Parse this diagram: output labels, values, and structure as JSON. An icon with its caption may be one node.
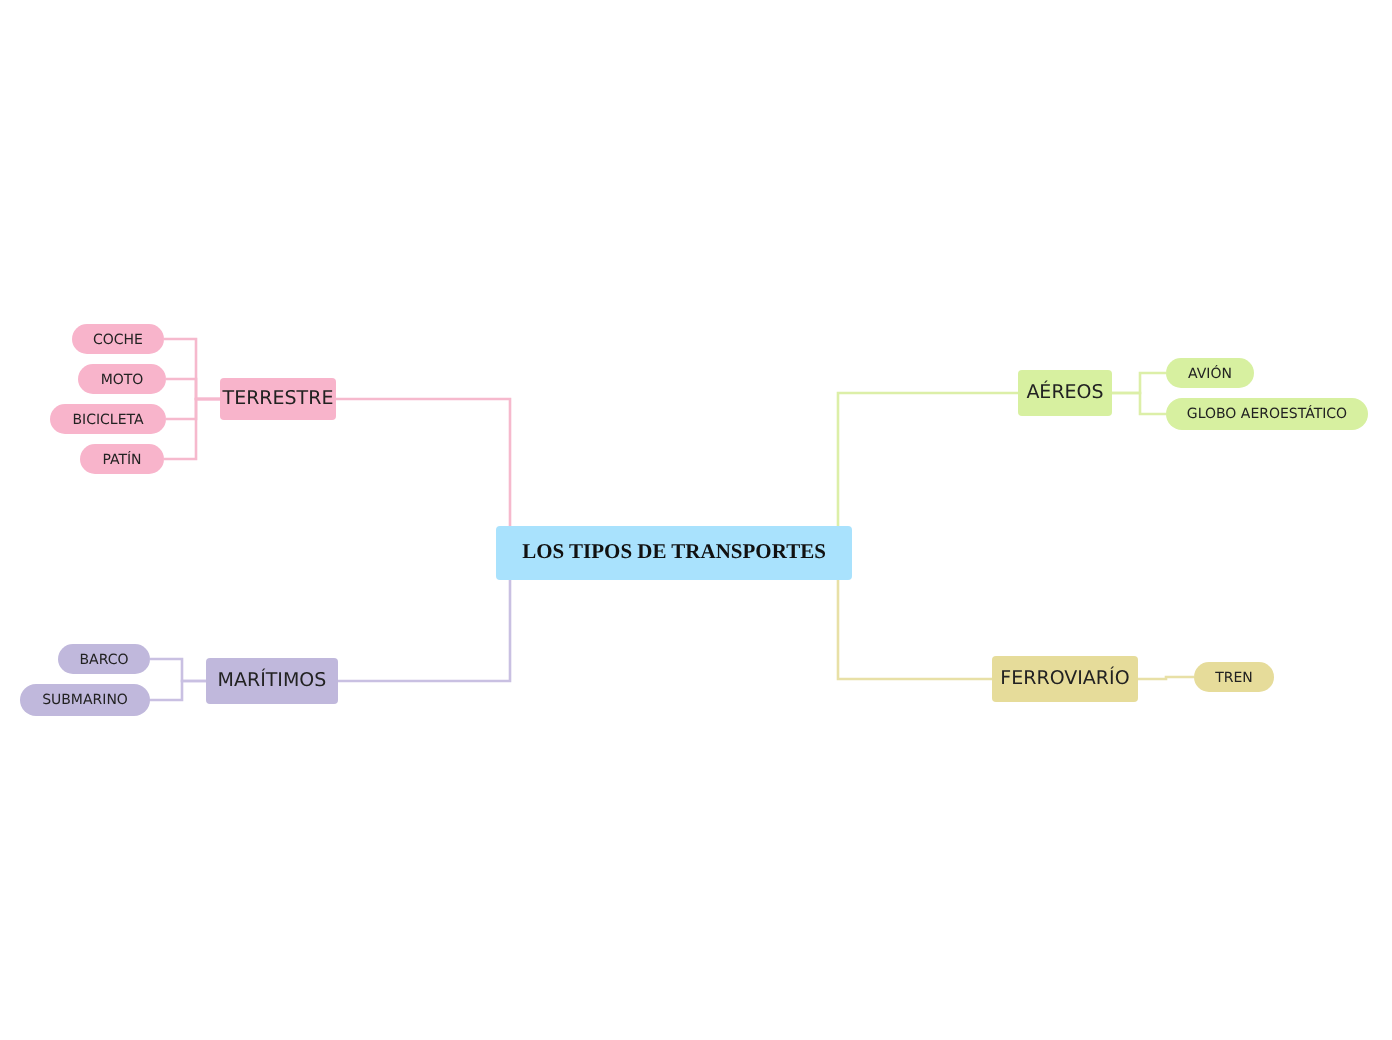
{
  "diagram": {
    "nodes": [
      {
        "text": [
          "LOS TIPOS DE TRANSPORTES"
        ]
      },
      {
        "text": [
          "TERRESTRE"
        ]
      },
      {
        "text": [
          "COCHE"
        ]
      },
      {
        "text": [
          "MOTO"
        ]
      },
      {
        "text": [
          "BICICLETA"
        ]
      },
      {
        "text": [
          "PATÍN"
        ]
      },
      {
        "text": [
          "MARÍTIMOS"
        ]
      },
      {
        "text": [
          "BARCO"
        ]
      },
      {
        "text": [
          "SUBMARINO"
        ]
      },
      {
        "text": [
          "AÉREOS"
        ]
      },
      {
        "text": [
          "AVIÓN"
        ]
      },
      {
        "text": [
          "GLOBO AEROESTÁTICO"
        ]
      },
      {
        "text": [
          "FERROVIARÍO"
        ]
      },
      {
        "text": [
          "TREN"
        ]
      }
    ],
    "edges": [
      {
        "from": 0,
        "to": 1,
        "arrow": "none",
        "color": "#f6b9cd"
      },
      {
        "from": 1,
        "to": 2,
        "arrow": "none",
        "color": "#f6b9cd"
      },
      {
        "from": 1,
        "to": 3,
        "arrow": "none",
        "color": "#f6b9cd"
      },
      {
        "from": 1,
        "to": 4,
        "arrow": "none",
        "color": "#f6b9cd"
      },
      {
        "from": 1,
        "to": 5,
        "arrow": "none",
        "color": "#f6b9cd"
      },
      {
        "from": 0,
        "to": 6,
        "arrow": "none",
        "color": "#c9c0e2"
      },
      {
        "from": 6,
        "to": 7,
        "arrow": "none",
        "color": "#c9c0e2"
      },
      {
        "from": 6,
        "to": 8,
        "arrow": "none",
        "color": "#c9c0e2"
      },
      {
        "from": 0,
        "to": 9,
        "arrow": "none",
        "color": "#dcefa8"
      },
      {
        "from": 9,
        "to": 10,
        "arrow": "none",
        "color": "#dcefa8"
      },
      {
        "from": 9,
        "to": 11,
        "arrow": "none",
        "color": "#dcefa8"
      },
      {
        "from": 0,
        "to": 12,
        "arrow": "none",
        "color": "#e8e0a6"
      },
      {
        "from": 12,
        "to": 13,
        "arrow": "none",
        "color": "#e8e0a6"
      }
    ]
  }
}
